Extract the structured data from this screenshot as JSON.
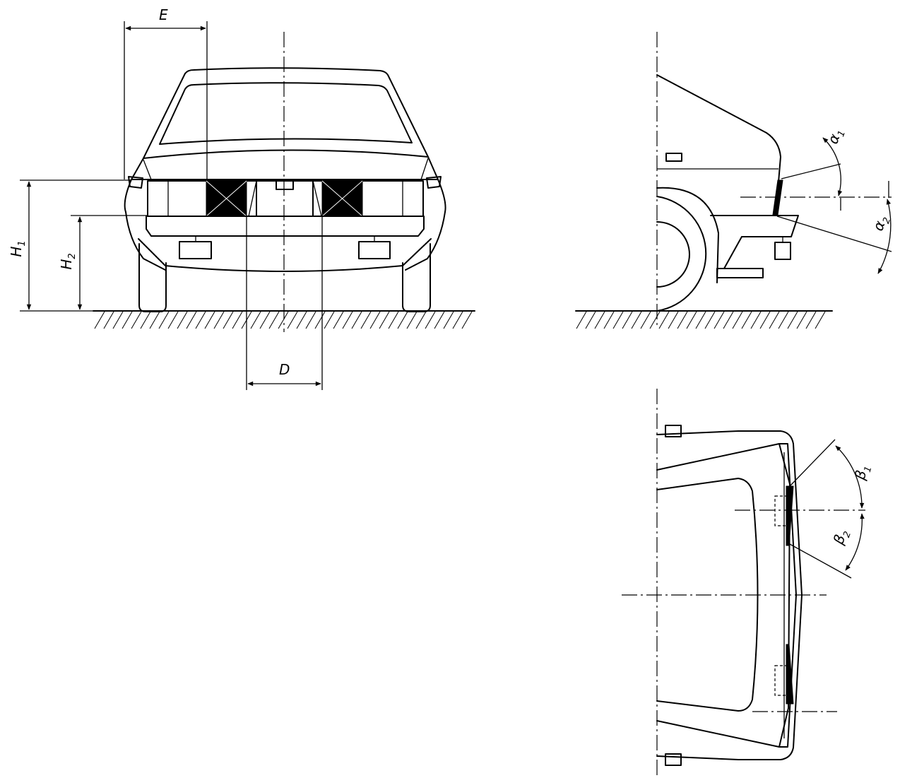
{
  "labels": {
    "E": "E",
    "D": "D",
    "H": "H",
    "H1_sub": "1",
    "H2_sub": "2",
    "alpha": "α",
    "alpha1_sub": "1",
    "alpha2_sub": "2",
    "beta": "β",
    "beta1_sub": "1",
    "beta2_sub": "2"
  }
}
